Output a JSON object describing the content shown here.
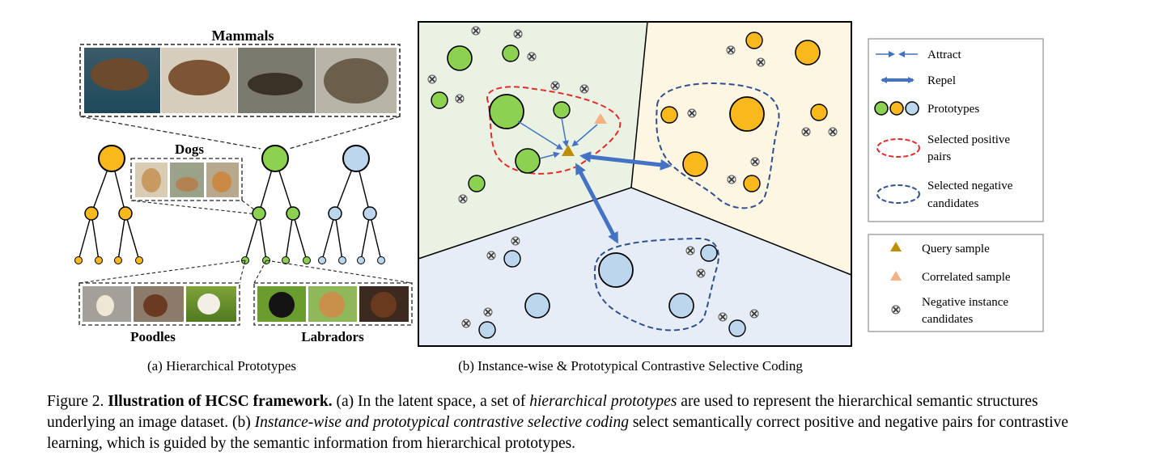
{
  "panel_a": {
    "mammals_label": "Mammals",
    "dogs_label": "Dogs",
    "poodles_label": "Poodles",
    "labradors_label": "Labradors",
    "subcaption": "(a) Hierarchical Prototypes"
  },
  "panel_b": {
    "subcaption": "(b) Instance-wise & Prototypical Contrastive Selective Coding"
  },
  "legend_top": {
    "attract": "Attract",
    "repel": "Repel",
    "prototypes": "Prototypes",
    "positive_line1": "Selected positive",
    "positive_line2": "pairs",
    "negative_line1": "Selected negative",
    "negative_line2": "candidates"
  },
  "legend_bottom": {
    "query": "Query sample",
    "correlated": "Correlated sample",
    "neg_instance_line1": "Negative instance",
    "neg_instance_line2": "candidates"
  },
  "caption": {
    "figure_no": "Figure 2.",
    "title": "Illustration of HCSC framework.",
    "part_a_prefix": "(a) In the latent space, a set of",
    "part_a_em": "hierarchical prototypes",
    "part_a_rest": "are used to represent the hierarchical semantic structures underlying an image dataset. (b)",
    "part_b_em": "Instance-wise and prototypical contrastive selective coding",
    "part_b_rest": "select semantically correct positive and negative pairs for contrastive learning, which is guided by the semantic information from hierarchical prototypes."
  },
  "colors": {
    "green": "#8cd14f",
    "orange": "#f9b81b",
    "blue": "#bcd6ee",
    "region_green": "#eaf2e3",
    "region_yellow": "#fdf6e3",
    "region_blue": "#e6edf7",
    "arrow_blue": "#4472c4",
    "dash_red": "#e32b2b",
    "dash_navy": "#2f4f8f",
    "query": "#bf8f00",
    "correlated": "#f4b183"
  }
}
